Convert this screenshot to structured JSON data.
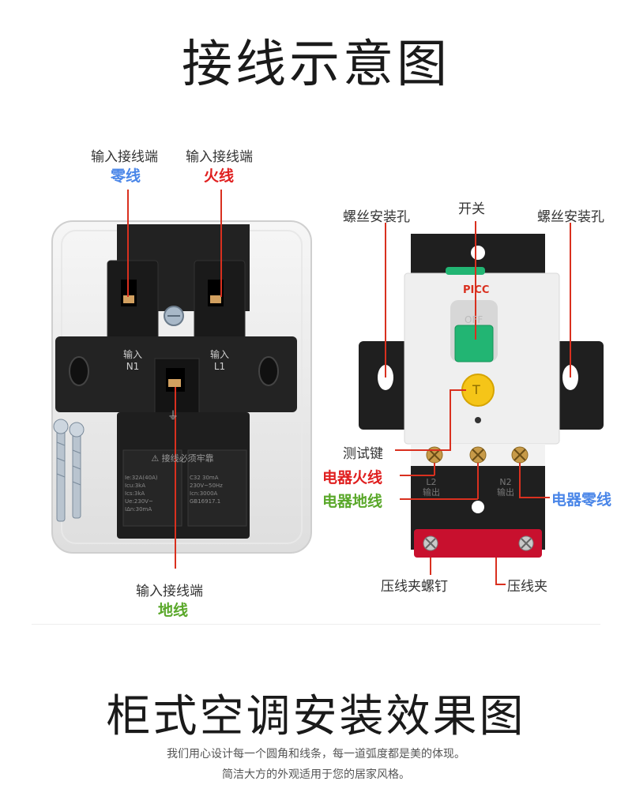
{
  "title": "接线示意图",
  "second_title": "柜式空调安装效果图",
  "desc_line1": "我们用心设计每一个圆角和线条，每一道弧度都是美的体现。",
  "desc_line2": "简洁大方的外观适用于您的居家风格。",
  "colors": {
    "leader": "#d9301f",
    "neutral": "#4a86e8",
    "live": "#e02020",
    "ground": "#5aa82a",
    "breaker_handle": "#22b573",
    "test_button": "#f5c518",
    "clamp": "#c8102e",
    "plate": "#1f1f1f"
  },
  "left_diagram": {
    "label_input_n": "输入接线端",
    "label_neutral": "零线",
    "label_input_l": "输入接线端",
    "label_live": "火线",
    "label_input_ground": "输入接线端",
    "label_ground": "地线",
    "terminal_n_text": "输入",
    "terminal_n_code": "N1",
    "terminal_l_text": "输入",
    "terminal_l_code": "L1",
    "ground_symbol": "⏚",
    "warning_text": "⚠ 接线必须牢靠",
    "spec_left": [
      "Ie:32A(40A)",
      "Icu:3kA",
      "Ics:3kA",
      "Ue:230V~",
      "IΔn:30mA"
    ],
    "spec_right": [
      "C32 30mA",
      "230V~50Hz",
      "Icn:3000A",
      "GB16917.1"
    ]
  },
  "right_diagram": {
    "label_screw_hole_left": "螺丝安装孔",
    "label_switch": "开关",
    "label_screw_hole_right": "螺丝安装孔",
    "label_test_key": "测试键",
    "label_appliance_live": "电器火线",
    "label_appliance_ground": "电器地线",
    "label_appliance_neutral": "电器零线",
    "label_clamp_screw": "压线夹螺钉",
    "label_clamp": "压线夹",
    "brand": "PICC",
    "switch_state": "OFF",
    "test_button_letter": "T",
    "out_left_code": "L2",
    "out_left_text": "输出",
    "out_right_code": "N2",
    "out_right_text": "输出"
  }
}
